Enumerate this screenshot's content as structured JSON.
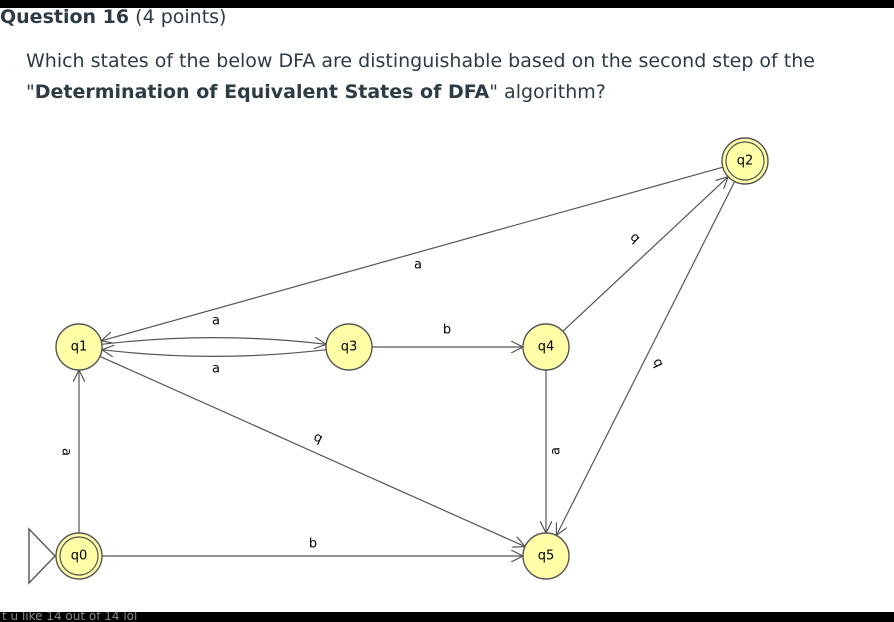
{
  "question": {
    "number_label": "Question 16",
    "points_label": "(4 points)",
    "text_part1": "Which states of the below DFA are distinguishable based on the second step of the \"",
    "text_bold": "Determination of Equivalent States of DFA",
    "text_part2": "\" algorithm?"
  },
  "footer": {
    "text": "t u like 14 out of 14 lol"
  },
  "diagram": {
    "states": [
      {
        "id": "q0",
        "label": "q0",
        "final": true,
        "initial": true
      },
      {
        "id": "q1",
        "label": "q1",
        "final": false,
        "initial": false
      },
      {
        "id": "q3",
        "label": "q3",
        "final": false,
        "initial": false
      },
      {
        "id": "q4",
        "label": "q4",
        "final": false,
        "initial": false
      },
      {
        "id": "q2",
        "label": "q2",
        "final": true,
        "initial": false
      },
      {
        "id": "q5",
        "label": "q5",
        "final": false,
        "initial": false
      }
    ],
    "transitions": [
      {
        "from": "q0",
        "to": "q1",
        "label": "a"
      },
      {
        "from": "q0",
        "to": "q5",
        "label": "b"
      },
      {
        "from": "q1",
        "to": "q3",
        "label": "a"
      },
      {
        "from": "q3",
        "to": "q1",
        "label": "a"
      },
      {
        "from": "q1",
        "to": "q5",
        "label": "b"
      },
      {
        "from": "q3",
        "to": "q4",
        "label": "b"
      },
      {
        "from": "q4",
        "to": "q2",
        "label": "b"
      },
      {
        "from": "q4",
        "to": "q5",
        "label": "a"
      },
      {
        "from": "q2",
        "to": "q1",
        "label": "a"
      },
      {
        "from": "q2",
        "to": "q5",
        "label": "b"
      }
    ]
  }
}
